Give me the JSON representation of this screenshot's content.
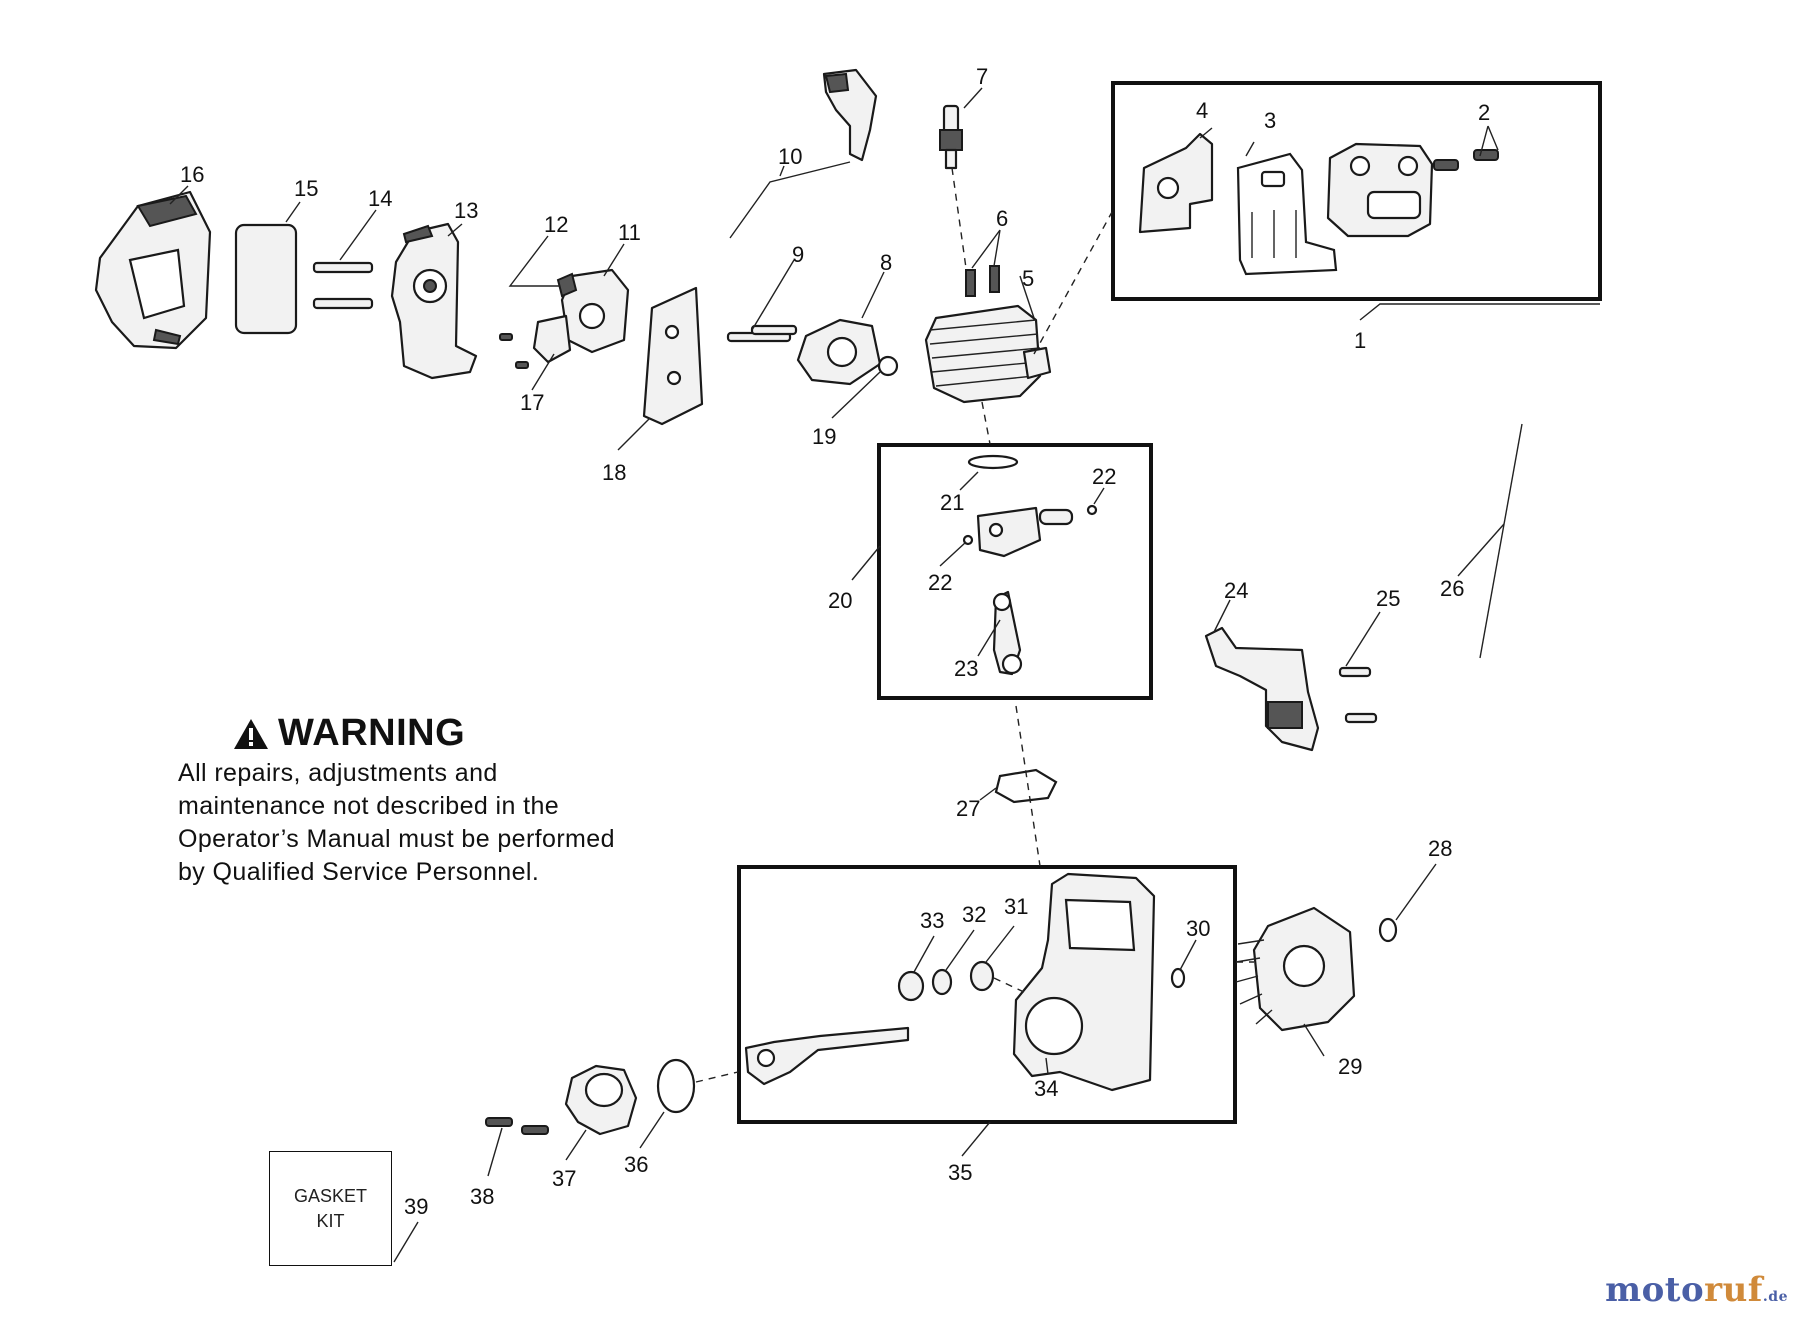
{
  "warning": {
    "title": "WARNING",
    "body": "All repairs, adjustments and maintenance not described in the Operator’s Manual must be performed by Qualified Service Personnel."
  },
  "gasket_kit": {
    "line1": "GASKET",
    "line2": "KIT"
  },
  "watermark": {
    "part1": "moto",
    "part2": "ruf",
    "part3": ".de"
  },
  "callouts": [
    "1",
    "2",
    "3",
    "4",
    "5",
    "6",
    "7",
    "8",
    "9",
    "10",
    "11",
    "12",
    "13",
    "14",
    "15",
    "16",
    "17",
    "18",
    "19",
    "20",
    "21",
    "22",
    "22",
    "23",
    "24",
    "25",
    "26",
    "27",
    "28",
    "29",
    "30",
    "31",
    "32",
    "33",
    "34",
    "35",
    "36",
    "37",
    "38",
    "39"
  ],
  "colors": {
    "ink": "#111111",
    "watermark_blue": "#4a5fa6",
    "watermark_orange": "#d08a3a"
  }
}
